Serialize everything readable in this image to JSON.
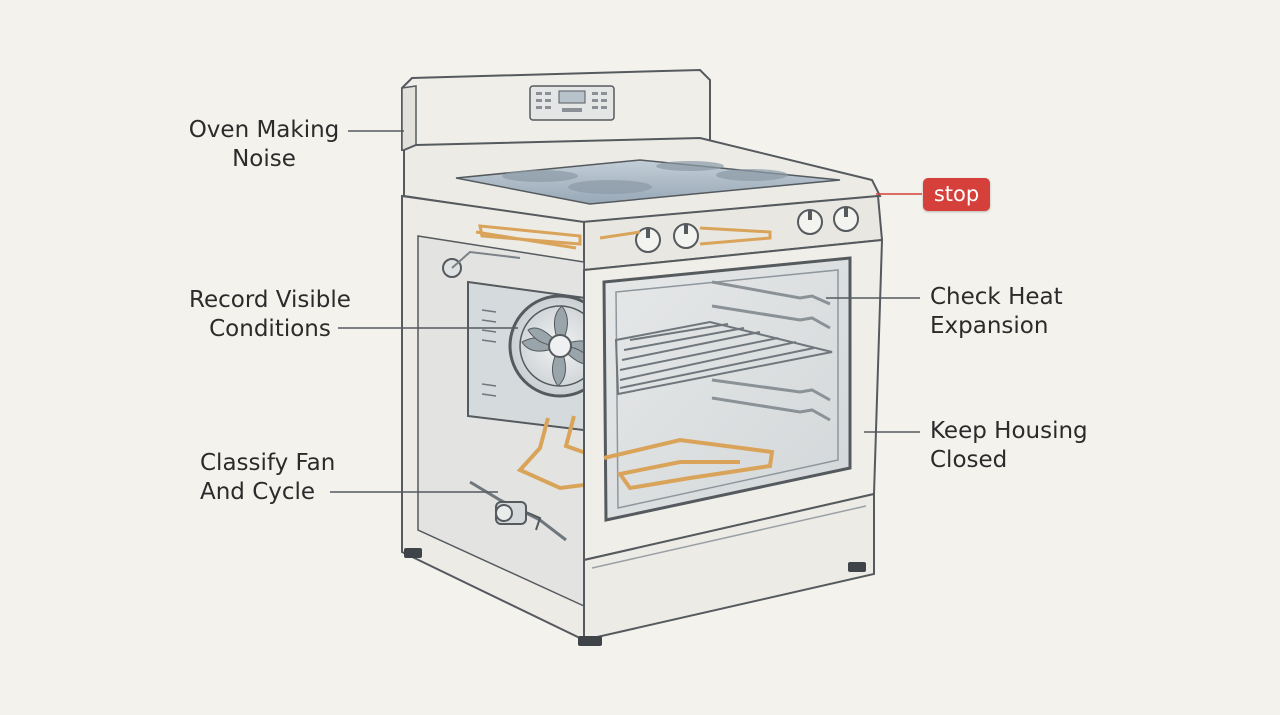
{
  "labels": {
    "oven_making_noise": [
      "Oven Making",
      "Noise"
    ],
    "record_visible_conditions": [
      "Record Visible",
      "Conditions"
    ],
    "classify_fan_and_cycle": [
      "Classify Fan",
      "And Cycle"
    ],
    "check_heat_expansion": [
      "Check Heat",
      "Expansion"
    ],
    "keep_housing_closed": [
      "Keep Housing",
      "Closed"
    ]
  },
  "stop_badge": {
    "text": "stop",
    "color": "#d6403a"
  },
  "colors": {
    "outline": "#555a5e",
    "body": "#efeee9",
    "heating_element": "#d9a45a",
    "cooktop_glass": "#a9b7c3",
    "background": "#f4f2ec"
  },
  "icons": {
    "fan": "convection-fan-icon",
    "burners": "cooktop-burner-icon",
    "knobs": "control-knob-icon"
  }
}
